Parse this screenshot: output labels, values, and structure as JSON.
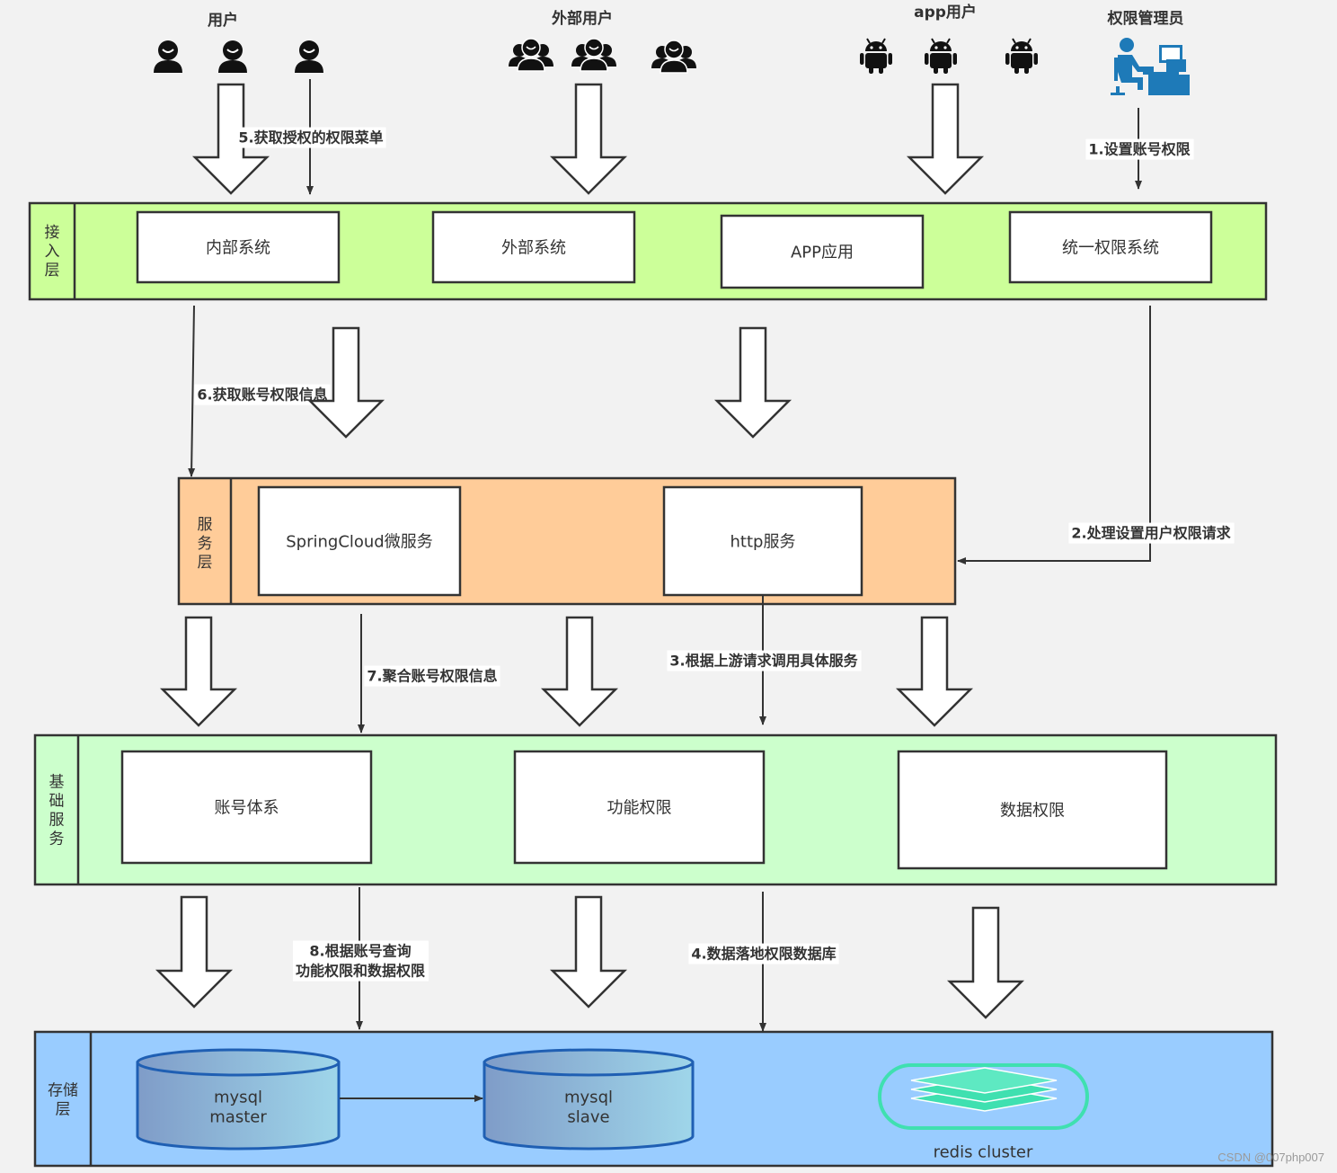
{
  "actors": {
    "users_label": "用户",
    "external_users_label": "外部用户",
    "app_users_label": "app用户",
    "admin_label": "权限管理员",
    "icons": {
      "user": "user-icon",
      "external_user": "user-group-icon",
      "app_user": "android-icon",
      "admin": "admin-at-desk-icon"
    }
  },
  "layers": {
    "access": {
      "title": "接\n入\n层",
      "fill": "#ccff99",
      "boxes": [
        "内部系统",
        "外部系统",
        "APP应用",
        "统一权限系统"
      ]
    },
    "service": {
      "title": "服\n务\n层",
      "fill": "#ffcc99",
      "boxes": [
        "SpringCloud微服务",
        "http服务"
      ]
    },
    "base": {
      "title": "基\n础\n服\n务",
      "fill": "#ccffcc",
      "boxes": [
        "账号体系",
        "功能权限",
        "数据权限"
      ]
    },
    "storage": {
      "title": "存储\n层",
      "fill": "#99ccff",
      "db_master": "mysql\nmaster",
      "db_slave": "mysql\nslave",
      "redis": "redis cluster"
    }
  },
  "steps": {
    "s1": "1.设置账号权限",
    "s2": "2.处理设置用户权限请求",
    "s3": "3.根据上游请求调用具体服务",
    "s4": "4.数据落地权限数据库",
    "s5": "5.获取授权的权限菜单",
    "s6": "6.获取账号权限信息",
    "s7": "7.聚合账号权限信息",
    "s8": "8.根据账号查询\n功能权限和数据权限"
  },
  "watermark": "CSDN @007php007",
  "colors": {
    "stroke": "#333333",
    "icon_dark": "#111111",
    "admin_blue": "#1e7ab8",
    "redis_green": "#3fe0b0"
  }
}
